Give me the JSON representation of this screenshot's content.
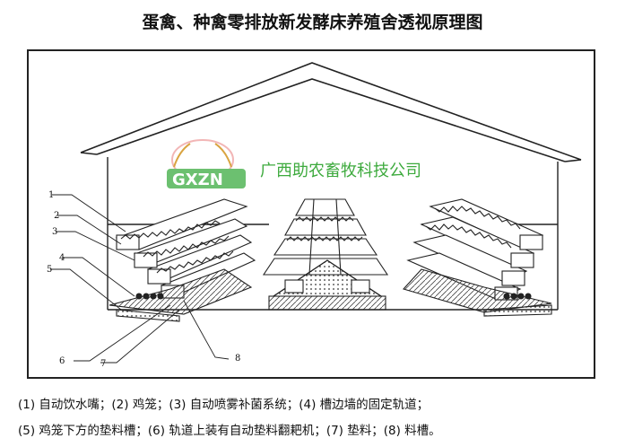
{
  "title": "蛋禽、种禽零排放新发酵床养殖舍透视原理图",
  "logo": {
    "text": "GXZN",
    "icon": "wheat-wreath-logo"
  },
  "company": "广西助农畜牧科技公司",
  "callouts": [
    "1",
    "2",
    "3",
    "4",
    "5",
    "6",
    "7",
    "8"
  ],
  "legend": {
    "line1": "(1) 自动饮水嘴；(2) 鸡笼；(3) 自动喷雾补菌系统；(4) 槽边墙的固定轨道；",
    "line2": "(5) 鸡笼下方的垫料槽；(6) 轨道上装有自动垫料翻耙机；(7) 垫料；(8) 料槽。"
  },
  "colors": {
    "line": "#222222",
    "company": "#3daa3d",
    "logo_green": "#6cc070",
    "logo_red": "#e5454a"
  }
}
